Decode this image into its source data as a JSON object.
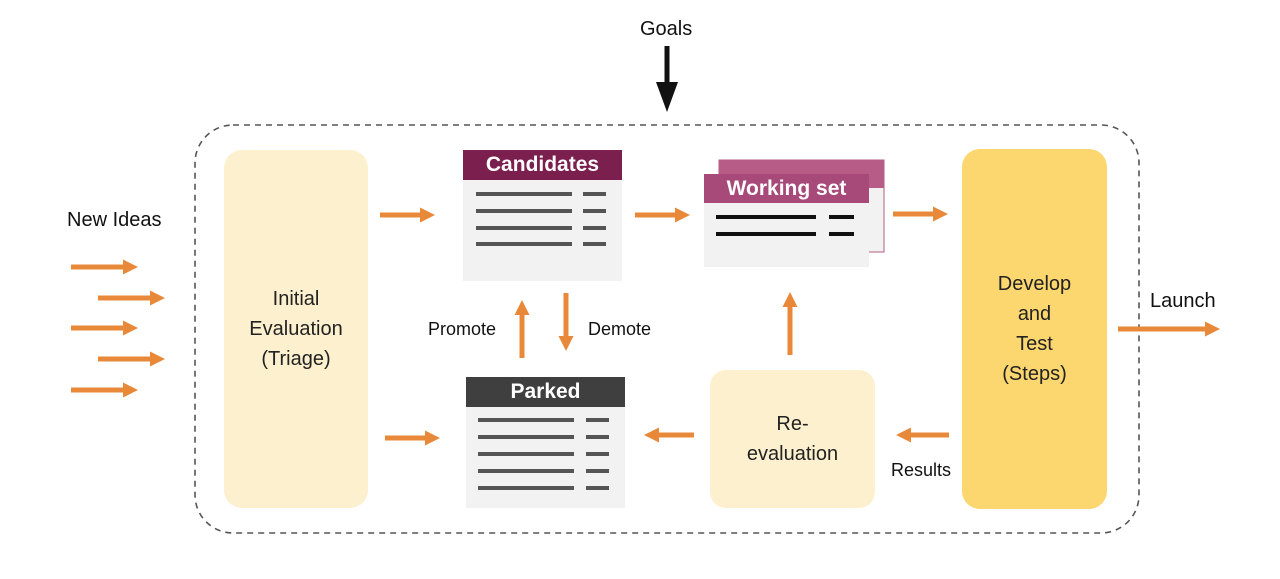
{
  "labels": {
    "goals": "Goals",
    "new_ideas": "New Ideas",
    "launch": "Launch",
    "promote": "Promote",
    "demote": "Demote",
    "results": "Results"
  },
  "stages": {
    "initial_evaluation": [
      "Initial",
      "Evaluation",
      "(Triage)"
    ],
    "develop_and_test": [
      "Develop",
      "and",
      "Test",
      "(Steps)"
    ],
    "reevaluation": [
      "Re-",
      "evaluation"
    ]
  },
  "cards": {
    "candidates": "Candidates",
    "working_set": "Working set",
    "parked": "Parked"
  },
  "colors": {
    "arrow": "#E8893A",
    "goals_arrow": "#111111",
    "stage_light": "#FDF0CF",
    "stage_strong": "#FCD66E",
    "candidates_header": "#7A1F4E",
    "working_set_header": "#A84A79",
    "working_set_back": "#B65C86",
    "parked_header": "#3F3F3F",
    "card_body": "#F2F2F2",
    "card_lines": "#555555",
    "dashed_border": "#555555"
  },
  "icons": [
    "goals-arrow-icon",
    "flow-arrow-icon"
  ]
}
